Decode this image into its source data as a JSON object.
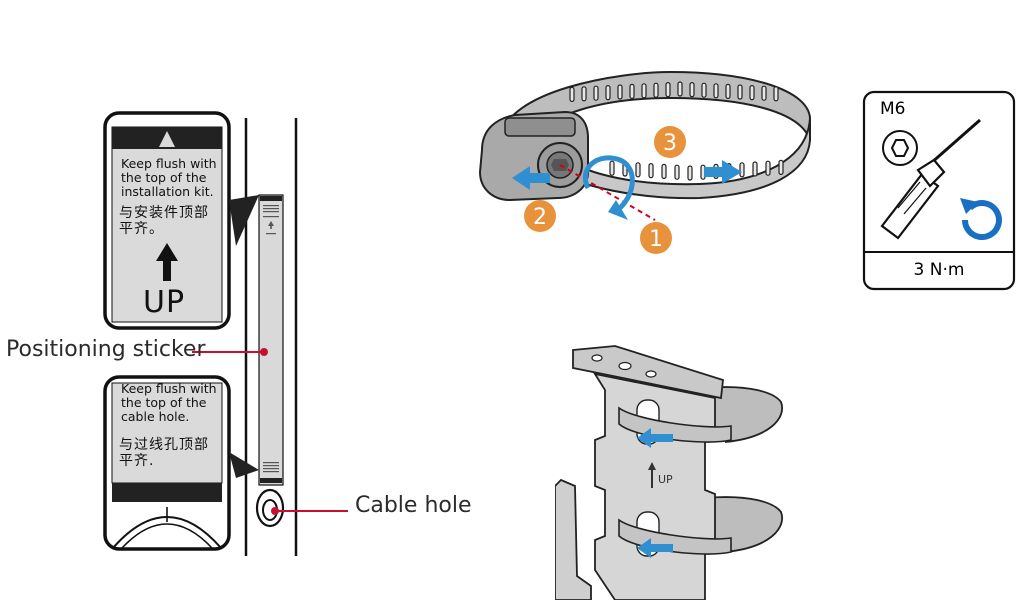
{
  "stickers": {
    "top": {
      "line1": "Keep flush with",
      "line2": "the top of the",
      "line3": "installation kit.",
      "cn_line1": "与安装件顶部",
      "cn_line2": "平齐。",
      "up_label": "UP"
    },
    "bottom": {
      "line1": "Keep flush with",
      "line2": "the top of the",
      "line3": "cable hole.",
      "cn_line1": "与过线孔顶部",
      "cn_line2": "平齐."
    }
  },
  "callouts": {
    "positioning_sticker": "Positioning sticker",
    "cable_hole": "Cable hole"
  },
  "steps": [
    "1",
    "2",
    "3"
  ],
  "tool": {
    "bit_size": "M6",
    "torque": "3 N·m",
    "icons": [
      "hex-socket-icon",
      "screwdriver-icon",
      "clockwise-rotation-icon"
    ]
  },
  "bracket_label": "UP",
  "colors": {
    "step_badge": "#e8923c",
    "arrow_blue": "#2f8fd0",
    "callout_line": "#c8102e",
    "steel": "#b9b9b9",
    "outline": "#111111"
  }
}
